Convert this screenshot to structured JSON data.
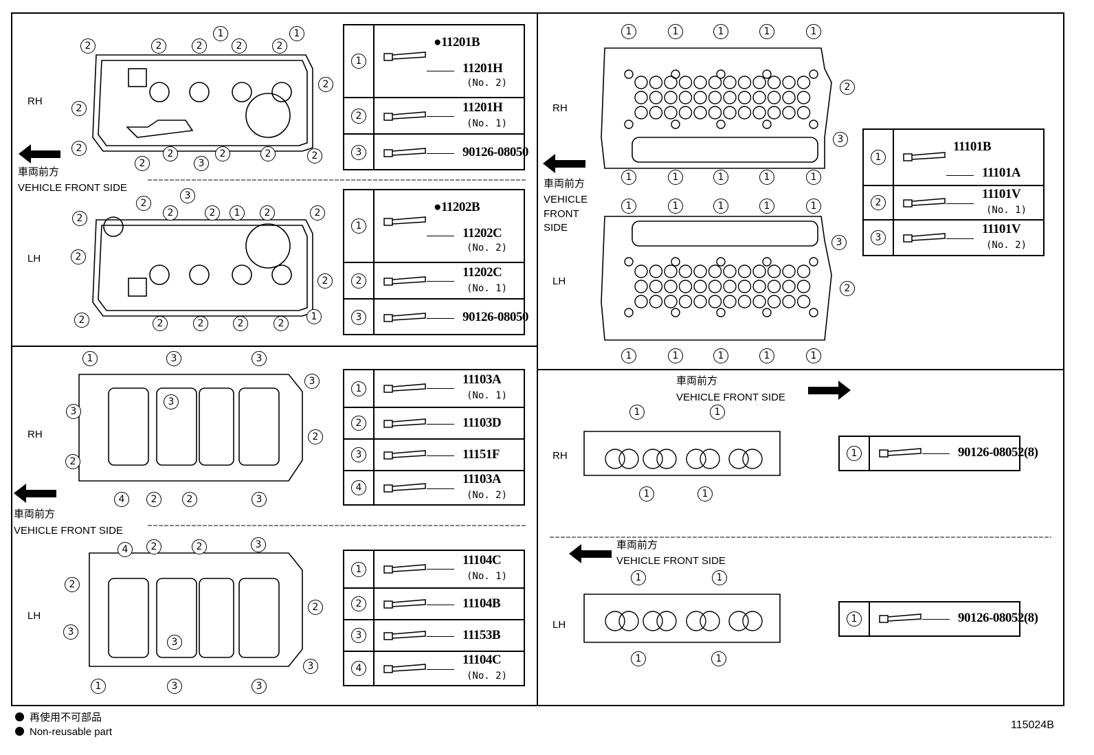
{
  "figure_id": "115024B",
  "legend": {
    "jp": "再使用不可部品",
    "en": "Non-reusable part"
  },
  "front_jp": "車両前方",
  "front_en": "VEHICLE FRONT SIDE",
  "front_en_lines": [
    "VEHICLE",
    "FRONT",
    "SIDE"
  ],
  "side_rh": "RH",
  "side_lh": "LH",
  "callouts": {
    "c1": "1",
    "c2": "2",
    "c3": "3",
    "c4": "4"
  },
  "tables": {
    "cover_rh": [
      {
        "idx": "1",
        "p1": "●11201B",
        "p2": "11201H",
        "sub": "(No. 2)"
      },
      {
        "idx": "2",
        "p1": "11201H",
        "sub": "(No. 1)"
      },
      {
        "idx": "3",
        "p1": "90126-08050"
      }
    ],
    "cover_lh": [
      {
        "idx": "1",
        "p1": "●11202B",
        "p2": "11202C",
        "sub": "(No. 2)"
      },
      {
        "idx": "2",
        "p1": "11202C",
        "sub": "(No. 1)"
      },
      {
        "idx": "3",
        "p1": "90126-08050"
      }
    ],
    "plate_rh": [
      {
        "idx": "1",
        "p1": "11103A",
        "sub": "(No. 1)"
      },
      {
        "idx": "2",
        "p1": "11103D"
      },
      {
        "idx": "3",
        "p1": "11151F"
      },
      {
        "idx": "4",
        "p1": "11103A",
        "sub": "(No. 2)"
      }
    ],
    "plate_lh": [
      {
        "idx": "1",
        "p1": "11104C",
        "sub": "(No. 1)"
      },
      {
        "idx": "2",
        "p1": "11104B"
      },
      {
        "idx": "3",
        "p1": "11153B"
      },
      {
        "idx": "4",
        "p1": "11104C",
        "sub": "(No. 2)"
      }
    ],
    "head": [
      {
        "idx": "1",
        "p1": "11101B",
        "p2": "11101A"
      },
      {
        "idx": "2",
        "p1": "11101V",
        "sub": "(No. 1)"
      },
      {
        "idx": "3",
        "p1": "11101V",
        "sub": "(No. 2)"
      }
    ],
    "stud_rh": [
      {
        "idx": "1",
        "p1": "90126-08052(8)"
      }
    ],
    "stud_lh": [
      {
        "idx": "1",
        "p1": "90126-08052(8)"
      }
    ]
  }
}
